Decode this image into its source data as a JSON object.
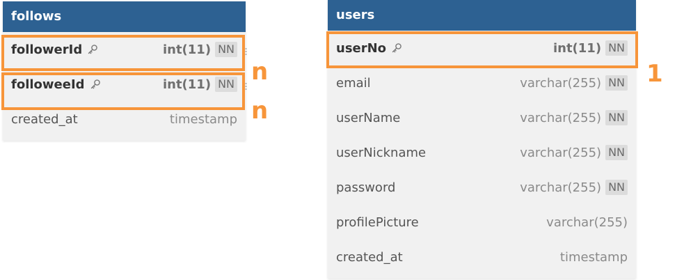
{
  "follows": {
    "title": "follows",
    "rows": [
      {
        "name": "followerId",
        "type": "int(11)",
        "nn": "NN",
        "key_icon": "key-icon"
      },
      {
        "name": "followeeId",
        "type": "int(11)",
        "nn": "NN",
        "key_icon": "key-icon"
      },
      {
        "name": "created_at",
        "type": "timestamp"
      }
    ]
  },
  "users": {
    "title": "users",
    "rows": [
      {
        "name": "userNo",
        "type": "int(11)",
        "nn": "NN",
        "key_icon": "key-icon"
      },
      {
        "name": "email",
        "type": "varchar(255)",
        "nn": "NN"
      },
      {
        "name": "userName",
        "type": "varchar(255)",
        "nn": "NN"
      },
      {
        "name": "userNickname",
        "type": "varchar(255)",
        "nn": "NN"
      },
      {
        "name": "password",
        "type": "varchar(255)",
        "nn": "NN"
      },
      {
        "name": "profilePicture",
        "type": "varchar(255)"
      },
      {
        "name": "created_at",
        "type": "timestamp"
      }
    ]
  },
  "cardinality": {
    "follower": "n",
    "followee": "n",
    "user": "1"
  },
  "colors": {
    "header": "#2d6192",
    "highlight": "#f7953a"
  }
}
